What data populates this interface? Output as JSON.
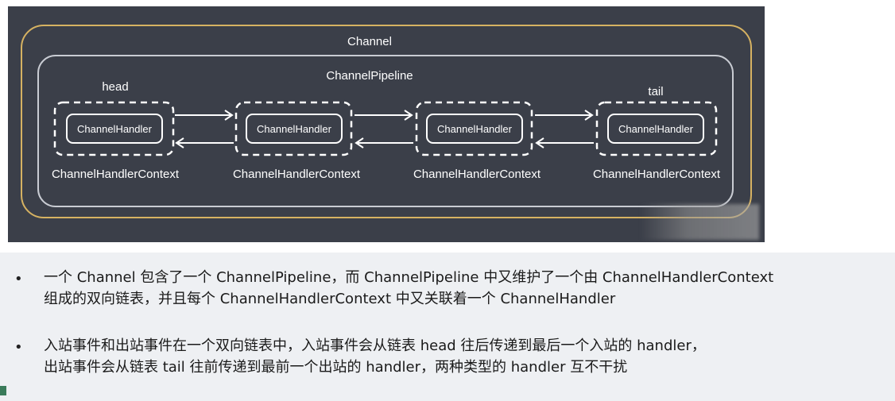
{
  "diagram": {
    "channel_label": "Channel",
    "pipeline_label": "ChannelPipeline",
    "head_label": "head",
    "tail_label": "tail",
    "nodes": [
      {
        "handler_label": "ChannelHandler",
        "context_label": "ChannelHandlerContext"
      },
      {
        "handler_label": "ChannelHandler",
        "context_label": "ChannelHandlerContext"
      },
      {
        "handler_label": "ChannelHandler",
        "context_label": "ChannelHandlerContext"
      },
      {
        "handler_label": "ChannelHandler",
        "context_label": "ChannelHandlerContext"
      }
    ],
    "colors": {
      "background": "#3b3f49",
      "channel_border": "#d6b262",
      "pipeline_border": "#c9ccd3",
      "node_border": "#ffffff",
      "text": "#ffffff"
    }
  },
  "notes": {
    "items": [
      {
        "line1": "一个 Channel 包含了一个 ChannelPipeline，而 ChannelPipeline 中又维护了一个由 ChannelHandlerContext",
        "line2": "组成的双向链表，并且每个 ChannelHandlerContext 中又关联着一个 ChannelHandler"
      },
      {
        "line1": "入站事件和出站事件在一个双向链表中，入站事件会从链表 head 往后传递到最后一个入站的 handler，",
        "line2": "出站事件会从链表 tail 往前传递到最前一个出站的 handler，两种类型的 handler 互不干扰"
      }
    ],
    "bullet": "•"
  }
}
